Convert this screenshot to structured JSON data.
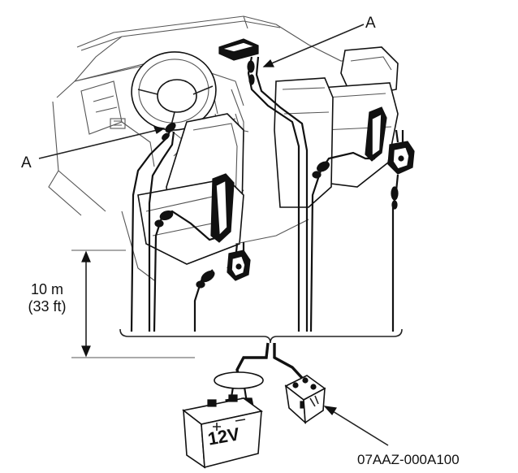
{
  "callouts": {
    "a_left": "A",
    "a_top": "A"
  },
  "dimension": {
    "metric": "10 m",
    "imperial": "(33 ft)"
  },
  "battery": {
    "voltage": "12V"
  },
  "figure_code": "07AAZ-000A100"
}
